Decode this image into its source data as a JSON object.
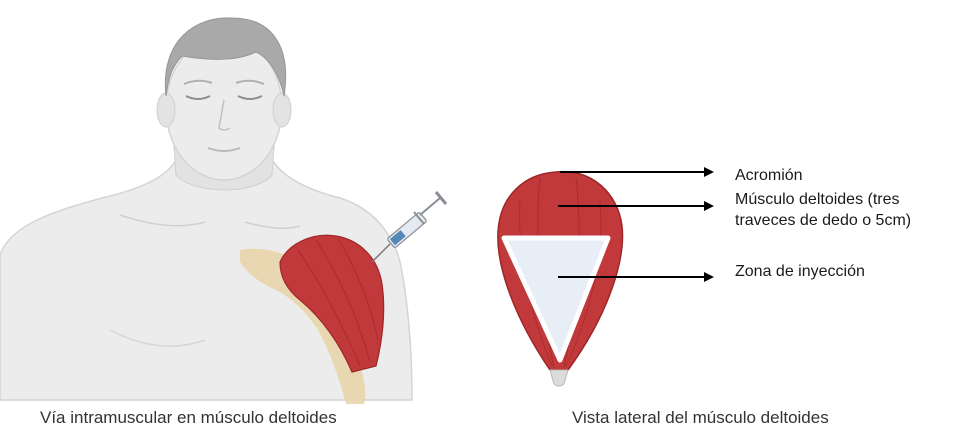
{
  "left_panel": {
    "caption": "Vía intramuscular en músculo deltoides"
  },
  "right_panel": {
    "caption": "Vista lateral del músculo deltoides",
    "labels": {
      "acromion": "Acromión",
      "deltoid_line1": "Músculo deltoides (tres",
      "deltoid_line2": "traveces de dedo o 5cm)",
      "injection_zone": "Zona de inyección"
    }
  },
  "colors": {
    "skin": "#ececec",
    "skin_shadow": "#d9d9d9",
    "hair": "#a9a9a9",
    "muscle": "#c2393b",
    "muscle_dark": "#9e2628",
    "bone": "#e9d3a8",
    "injection_zone": "#e8eef6",
    "arrow": "#000000"
  }
}
